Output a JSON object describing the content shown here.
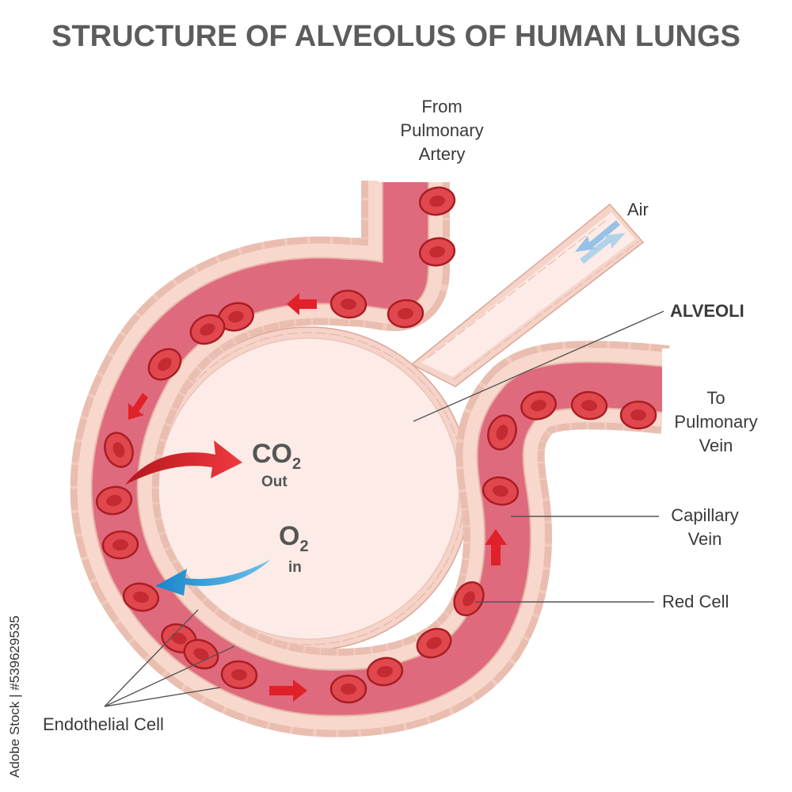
{
  "title": "STRUCTURE OF ALVEOLUS OF HUMAN LUNGS",
  "labels": {
    "from_line1": "From",
    "from_line2": "Pulmonary",
    "from_line3": "Artery",
    "air": "Air",
    "alveoli": "ALVEOLI",
    "to_line1": "To",
    "to_line2": "Pulmonary",
    "to_line3": "Vein",
    "capillary_line1": "Capillary",
    "capillary_line2": "Vein",
    "red_cell": "Red Cell",
    "endothelial_cell": "Endothelial Cell"
  },
  "gas_exchange": {
    "co2_main": "CO",
    "co2_sub": "2",
    "co2_note": "Out",
    "o2_main": "O",
    "o2_sub": "2",
    "o2_note": "in"
  },
  "stock_id": "Adobe Stock | #539629535",
  "colors": {
    "vessel_lumen": "#e06a7d",
    "vessel_wall": "#f8d8cc",
    "red_cell_fill": "#e1484d",
    "red_cell_ring": "#a91d25",
    "alveolus_fill": "#fcebe6",
    "co2_arrow": "#e5262d",
    "o2_arrow": "#2a9ad6",
    "flow_arrow": "#e1212a",
    "air_arrow": "#8cbde4"
  }
}
